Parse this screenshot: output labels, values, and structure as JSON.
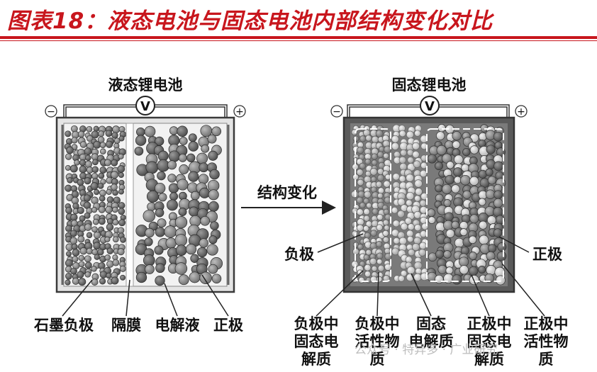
{
  "figure_title": "图表18：液态电池与固态电池内部结构变化对比",
  "liquid_battery": {
    "title": "液态锂电池",
    "voltmeter": "V",
    "minus": "−",
    "plus": "+",
    "labels": {
      "anode": "石墨负极",
      "separator": "隔膜",
      "electrolyte": "电解液",
      "cathode": "正极"
    }
  },
  "arrow_label": "结构变化",
  "solid_battery": {
    "title": "固态锂电池",
    "voltmeter": "V",
    "minus": "−",
    "plus": "+",
    "side_labels": {
      "anode": "负极",
      "cathode": "正极"
    },
    "bottom_labels": [
      [
        "负极中",
        "固态电",
        "解质"
      ],
      [
        "负极中",
        "活性物",
        "质"
      ],
      [
        "固态",
        "电解质"
      ],
      [
        "正极中",
        "固态电",
        "解质"
      ],
      [
        "正极中",
        "活性物",
        "质"
      ]
    ]
  },
  "watermark": "公众号 · 特异多 · 广业研究",
  "colors": {
    "accent": "#c8161d",
    "dark_particle": "#5a5a5a",
    "medium_particle": "#888888",
    "light_particle": "#cfcfcf"
  }
}
